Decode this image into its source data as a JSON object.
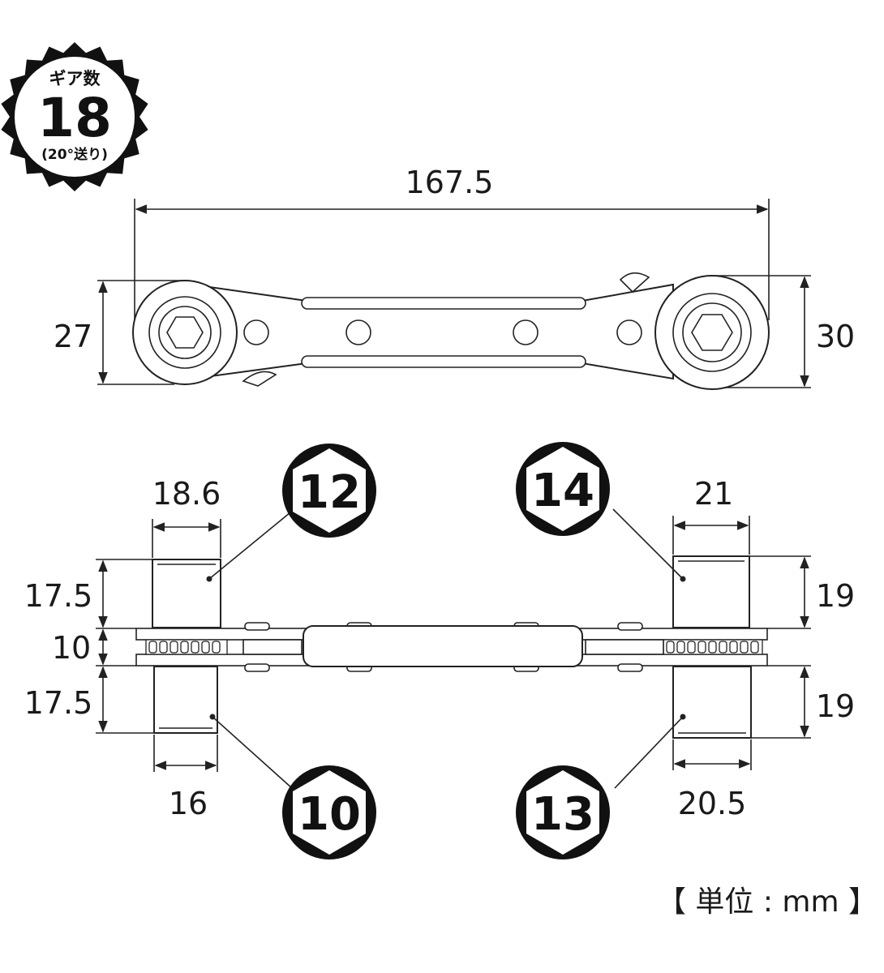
{
  "badge": {
    "top": "ギア数",
    "number": "18",
    "bottom": "(20°送り)"
  },
  "dims": {
    "overall_length": "167.5",
    "head_left_height": "27",
    "head_right_height": "30",
    "socket_12_width": "18.6",
    "socket_14_width": "21",
    "socket_12_depth": "17.5",
    "body_thickness": "10",
    "socket_10_depth": "17.5",
    "socket_14_depth": "19",
    "socket_13_depth": "19",
    "socket_10_width": "16",
    "socket_13_width": "20.5"
  },
  "sizes": {
    "s12": "12",
    "s14": "14",
    "s10": "10",
    "s13": "13"
  },
  "unit_label": "【 単位 : mm 】"
}
